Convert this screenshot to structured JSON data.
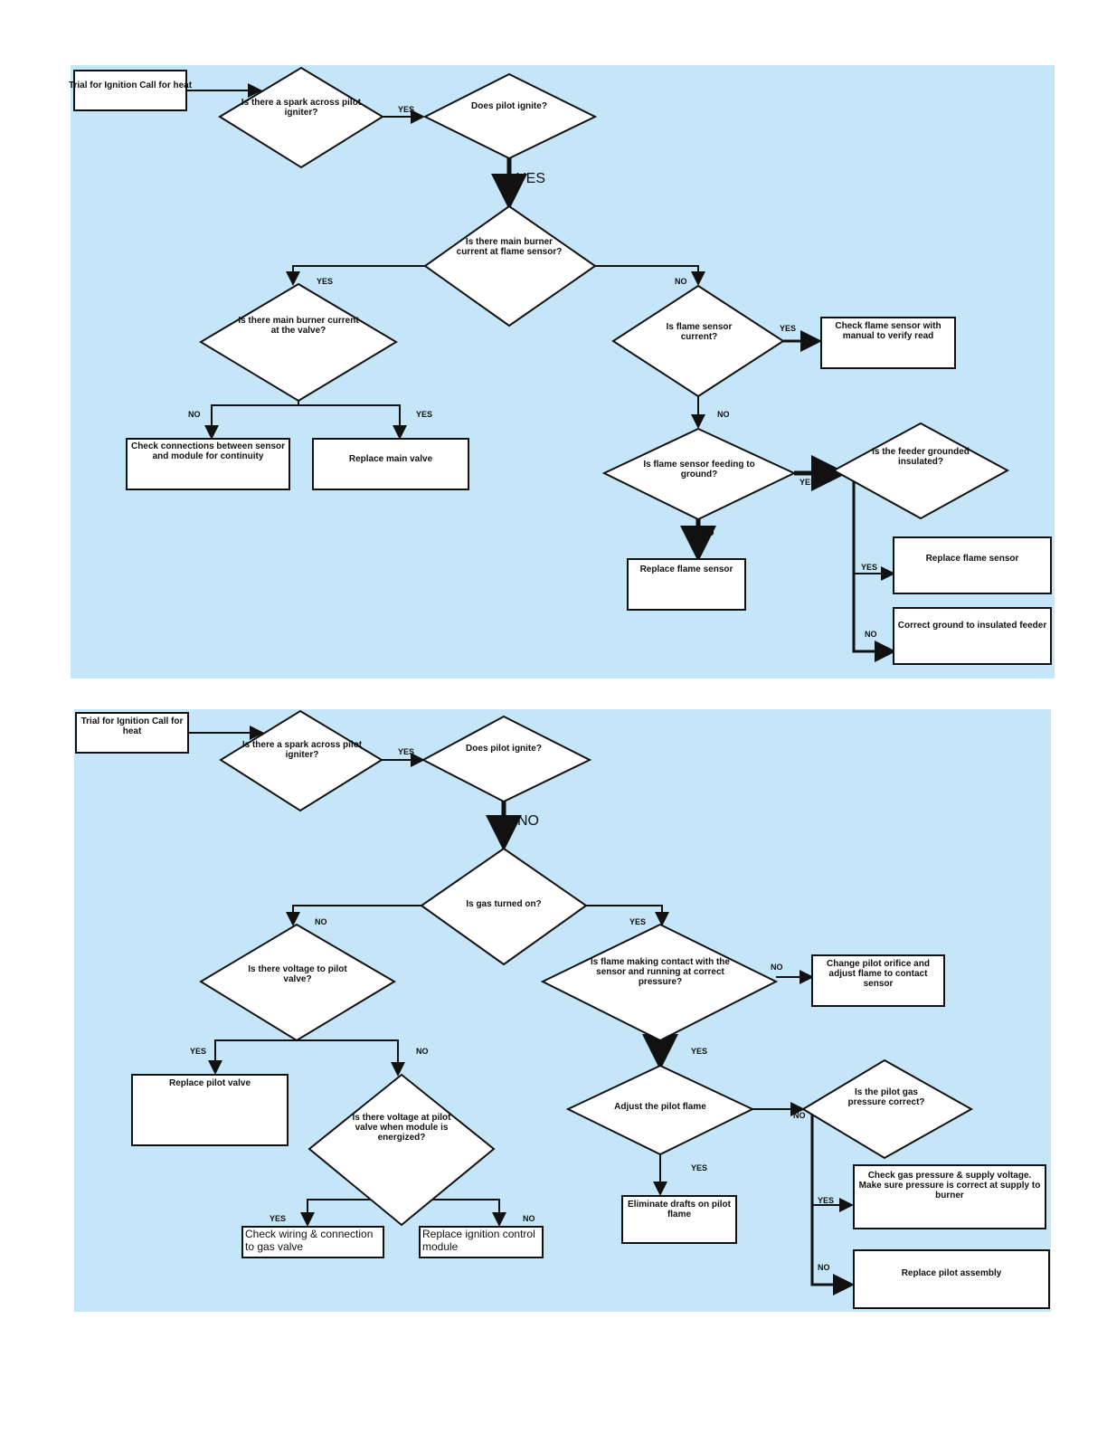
{
  "labels": {
    "yes": "YES",
    "no": "NO",
    "yes_big": "YES",
    "no_big": "NO"
  },
  "top": {
    "start": "Trial for Ignition Call for heat",
    "d_spark": "Is there a spark across pilot igniter?",
    "d_pilot": "Does pilot ignite?",
    "d_main": "Is there main burner current at flame sensor?",
    "d_valve": "Is there main burner current at the valve?",
    "r_check_wire": "Check connections between sensor and module for continuity",
    "r_replace_gas": "Replace main valve",
    "d_sense": "Is flame sensor current?",
    "r_check_sensor": "Check flame sensor with manual to verify read",
    "d_ground": "Is flame sensor feeding to ground?",
    "d_feed": "Is the feeder grounded insulated?",
    "r_replace_sensor": "Replace flame sensor",
    "r_replace_flame": "Replace flame sensor",
    "r_correct": "Correct ground to insulated feeder"
  },
  "bottom": {
    "start": "Trial for Ignition Call for heat",
    "d_spark": "Is there a spark across pilot igniter?",
    "d_pilot": "Does pilot ignite?",
    "d_gas": "Is gas turned on?",
    "d_valve_pilot": "Is there voltage to pilot valve?",
    "d_flame_contact": "Is flame making contact with the sensor and running at correct pressure?",
    "r_change": "Change pilot orifice and adjust flame to contact sensor",
    "r_replace_pv": "Replace pilot valve",
    "d_adjust": "Adjust the pilot flame",
    "d_pilot_pressure": "Is the pilot gas pressure correct?",
    "d_wiring": "Is there voltage at pilot valve when module is energized?",
    "r_check_wiring": "Check wiring & connection to gas valve",
    "r_replace_module": "Replace ignition control module",
    "r_eliminate": "Eliminate drafts on pilot flame",
    "r_pressure": "Check gas pressure & supply voltage. Make sure pressure is correct at supply to burner",
    "r_replace_pilot": "Replace pilot assembly"
  },
  "colors": {
    "panel": "#c5e6f8",
    "shape_fill": "#ffffff",
    "stroke": "#111111"
  }
}
